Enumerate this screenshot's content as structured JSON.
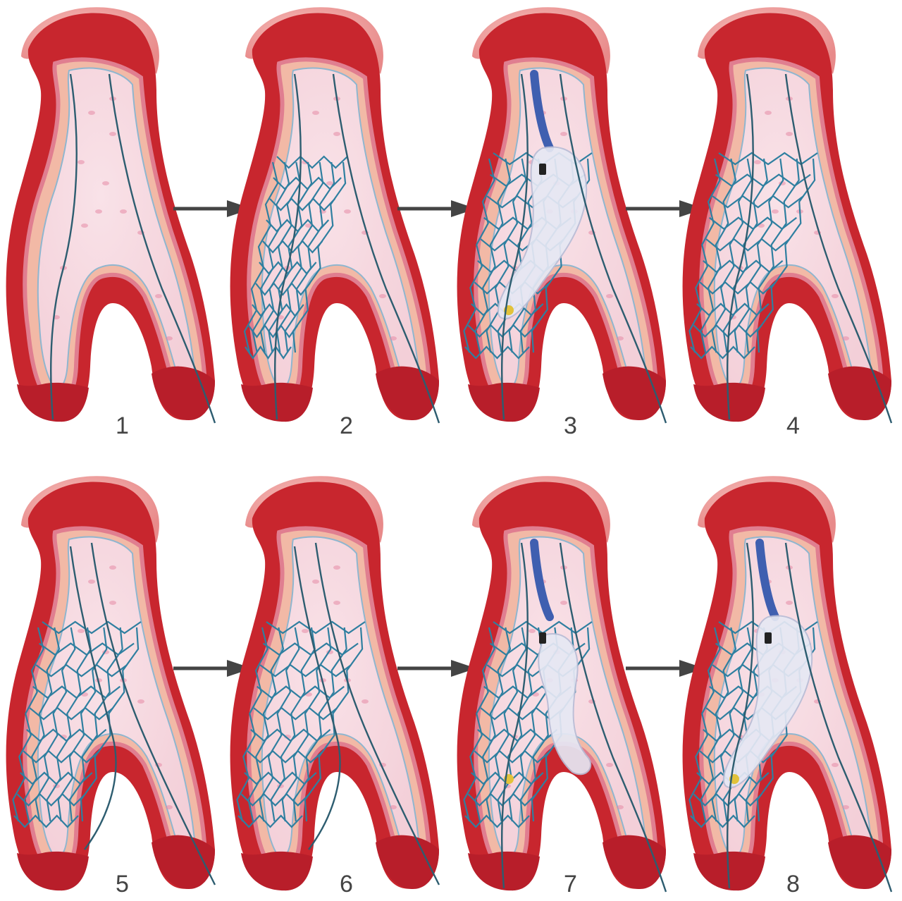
{
  "figure": {
    "steps": [
      {
        "label": "1",
        "stent": "none",
        "balloon": "none",
        "wires": "two-branch"
      },
      {
        "label": "2",
        "stent": "crimped-side-branch",
        "balloon": "none",
        "wires": "two-branch"
      },
      {
        "label": "3",
        "stent": "expanding-side-branch",
        "balloon": "side-branch",
        "wires": "two-branch"
      },
      {
        "label": "4",
        "stent": "deployed-side-branch",
        "balloon": "none",
        "wires": "two-branch"
      },
      {
        "label": "5",
        "stent": "deployed-side-branch",
        "balloon": "none",
        "wires": "rewired"
      },
      {
        "label": "6",
        "stent": "deployed-side-branch",
        "balloon": "none",
        "wires": "rewired"
      },
      {
        "label": "7",
        "stent": "deployed-side-branch",
        "balloon": "main-branch",
        "wires": "two-branch"
      },
      {
        "label": "8",
        "stent": "deployed-side-branch",
        "balloon": "side-branch-final",
        "wires": "two-branch"
      }
    ],
    "arrows": [
      "arrow-1-2",
      "arrow-2-3",
      "arrow-3-4",
      "arrow-5-6",
      "arrow-6-7",
      "arrow-7-8"
    ],
    "colors": {
      "vessel_outer": "#c8262e",
      "vessel_cap": "#e88a8a",
      "intima": "#e9a7b8",
      "lumen": "#f3cfd8",
      "wire": "#2d5d70",
      "stent": "#2f7fa0",
      "balloon": "#e6e8f4",
      "catheter": "#3f5fb0",
      "marker": "#e2c23a",
      "arrow": "#444444",
      "label": "#444444"
    }
  }
}
